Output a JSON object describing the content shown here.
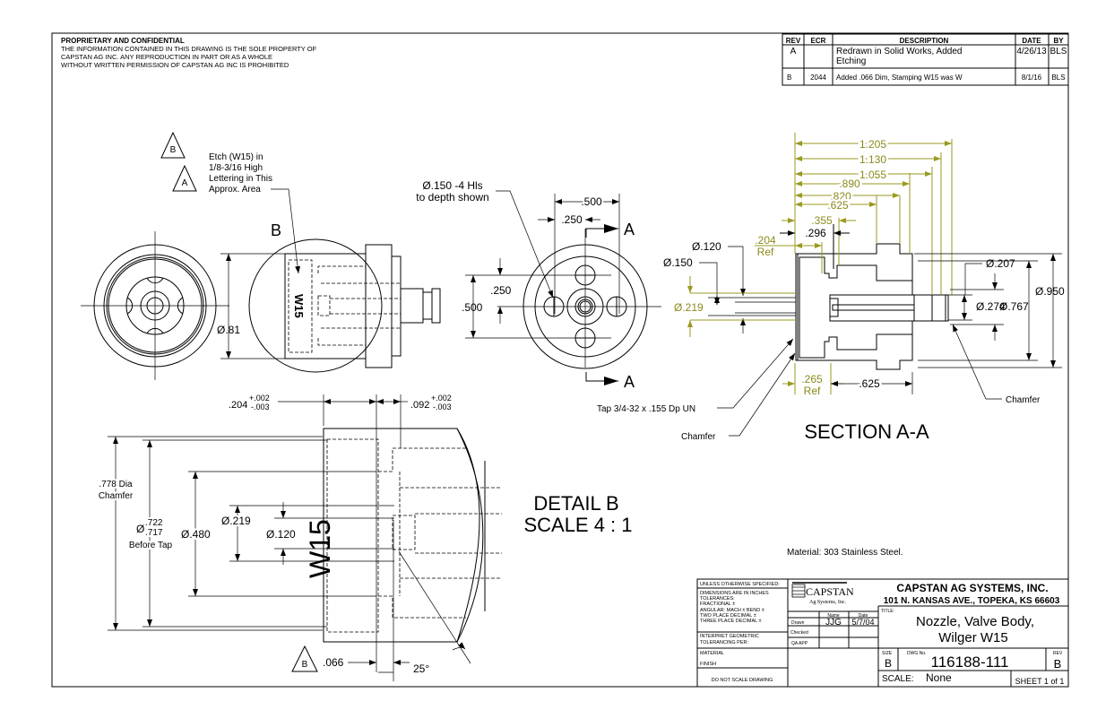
{
  "notice": {
    "title": "PROPRIETARY AND CONFIDENTIAL",
    "line1": "THE INFORMATION CONTAINED IN THIS DRAWING IS THE SOLE PROPERTY OF",
    "line2": "CAPSTAN AG INC. ANY REPRODUCTION IN PART OR AS A WHOLE",
    "line3": "WITHOUT WRITTEN PERMISSION OF CAPSTAN AG INC IS PROHIBITED"
  },
  "revision_table": {
    "headers": [
      "REV",
      "ECR",
      "DESCRIPTION",
      "DATE",
      "BY"
    ],
    "rows": [
      {
        "rev": "A",
        "ecr": "",
        "desc1": "Redrawn in Solid Works, Added",
        "desc2": "Etching",
        "date": "4/26/13",
        "by": "BLS"
      },
      {
        "rev": "B",
        "ecr": "2044",
        "desc1": "Added .066 Dim, Stamping W15 was W",
        "desc2": "",
        "date": "8/1/16",
        "by": "BLS"
      }
    ]
  },
  "notes": {
    "rev_b": "B",
    "rev_a": "A",
    "etch1": "Etch (W15) in",
    "etch2": "1/8-3/16 High",
    "etch3": "Lettering in This",
    "etch4": "Approx. Area",
    "detail_callout": "B",
    "etch_marking": "W15"
  },
  "front_view": {
    "dia": "Ø.81"
  },
  "end_view": {
    "holes1": "Ø.150 -4 Hls",
    "holes2": "to depth shown",
    "d500_h": ".500",
    "d250_h": ".250",
    "d250_v": ".250",
    "d500_v": ".500",
    "section_a_top": "A",
    "section_a_bottom": "A",
    "tap": "Tap 3/4-32 x .155 Dp UN",
    "chamfer": "Chamfer"
  },
  "section": {
    "title": "SECTION A-A",
    "dims_olive": [
      {
        "label": "1.205"
      },
      {
        "label": "1.130"
      },
      {
        "label": "1.055"
      },
      {
        "label": ".890"
      },
      {
        "label": ".820"
      },
      {
        "label": ".625"
      },
      {
        "label": ".355"
      }
    ],
    "d296": ".296",
    "d204": ".204",
    "ref1": "Ref",
    "d120": "Ø.120",
    "d150": "Ø.150",
    "d219": "Ø.219",
    "d207": "Ø.207",
    "d274": "Ø.274",
    "d767": "Ø.767",
    "d950": "Ø.950",
    "d265": ".265",
    "ref2": "Ref",
    "d625": ".625",
    "chamfer": "Chamfer"
  },
  "detail": {
    "title1": "DETAIL B",
    "title2": "SCALE 4 : 1",
    "d204": ".204",
    "d204_plus": "+.002",
    "d204_minus": "-.003",
    "d092": ".092",
    "d092_plus": "+.002",
    "d092_minus": "-.003",
    "chamfer1": ".778 Dia",
    "chamfer2": "Chamfer",
    "tap_dia_sym": "Ø",
    "tap_hi": ".722",
    "tap_lo": ".717",
    "before_tap": "Before Tap",
    "d480": "Ø.480",
    "d219": "Ø.219",
    "d120": "Ø.120",
    "rev_b": "B",
    "d066": ".066",
    "angle": "25°",
    "marking": "W15"
  },
  "material_note": "Material: 303 Stainless Steel.",
  "title_block": {
    "unless": "UNLESS OTHERWISE SPECIFIED:",
    "tol1": "DIMENSIONS ARE IN INCHES",
    "tol2": "TOLERANCES:",
    "tol3": "FRACTIONAL ±",
    "tol4": "ANGULAR: MACH ±   BEND ±",
    "tol5": "TWO PLACE DECIMAL   ±",
    "tol6": "THREE PLACE DECIMAL  ±",
    "tol7": "INTERPRET GEOMETRIC",
    "tol8": "TOLERANCING PER:",
    "material": "MATERIAL",
    "finish": "FINISH",
    "noscale": "DO NOT SCALE DRAWING",
    "logo_name": "CAPSTAN",
    "logo_sub": "Ag Systems, Inc.",
    "company": "CAPSTAN AG SYSTEMS, INC.",
    "address": "101 N. KANSAS AVE., TOPEKA, KS 66603",
    "col_name": "Name",
    "col_date": "Date",
    "drawn": "Drawn",
    "drawn_name": "JJG",
    "drawn_date": "5/7/04",
    "checked": "Checked",
    "qa": "QA APP",
    "title_label": "TITLE:",
    "title1": "Nozzle, Valve Body,",
    "title2": "Wilger W15",
    "size_label": "SIZE",
    "size": "B",
    "dwg_label": "DWG No.",
    "dwg_no": "116188-111",
    "rev_label": "REV",
    "rev": "B",
    "scale_label": "SCALE:",
    "scale": "None",
    "sheet": "SHEET 1 of 1"
  },
  "colors": {
    "dimension_olive": "#9a9a20",
    "line": "#000000"
  }
}
